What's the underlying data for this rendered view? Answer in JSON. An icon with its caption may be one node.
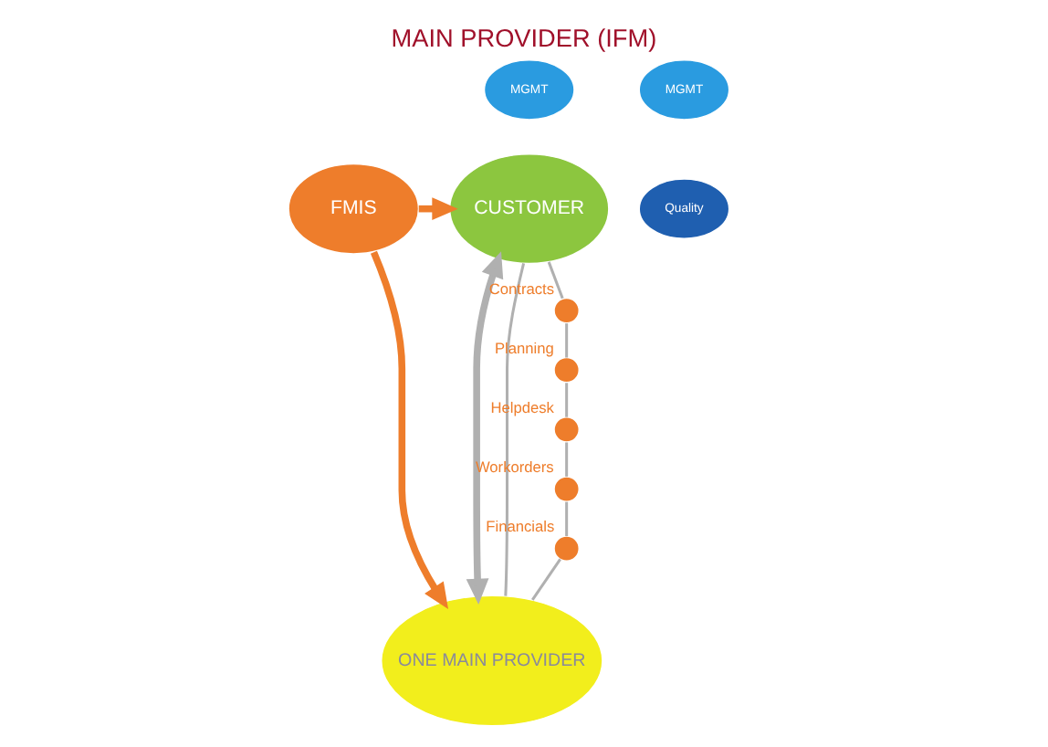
{
  "diagram": {
    "title": "MAIN PROVIDER (IFM)",
    "nodes": [
      {
        "text": [
          "MGMT"
        ]
      },
      {
        "text": [
          "CUSTOMER"
        ]
      },
      {
        "text": [
          "FMIS"
        ]
      },
      {
        "text": [
          "MGMT"
        ]
      },
      {
        "text": [
          "ONE MAIN PROVIDER"
        ]
      },
      {
        "text": [
          "Quality"
        ]
      },
      {
        "text": [],
        "shape": "circle",
        "beside": [
          "Contracts"
        ]
      },
      {
        "text": [],
        "shape": "circle",
        "beside": [
          "Planning"
        ]
      },
      {
        "text": [],
        "shape": "circle",
        "beside": [
          "Helpdesk"
        ]
      },
      {
        "text": [],
        "shape": "circle",
        "beside": [
          "Workorders"
        ]
      },
      {
        "text": [],
        "shape": "circle",
        "beside": [
          "Financials"
        ]
      }
    ],
    "edges": [
      {
        "from": 2,
        "to": 1,
        "arrow": "to",
        "color": "#ee7d2b",
        "style": "thick"
      },
      {
        "from": 2,
        "to": 4,
        "arrow": "to",
        "color": "#ee7d2b",
        "style": "thick"
      },
      {
        "from": 1,
        "to": 4,
        "arrow": "both",
        "style": "thick"
      },
      {
        "from": 1,
        "to": 4,
        "arrow": "none"
      },
      {
        "from": 1,
        "to": 6,
        "arrow": "none"
      },
      {
        "from": 6,
        "to": 7,
        "arrow": "none"
      },
      {
        "from": 7,
        "to": 8,
        "arrow": "none"
      },
      {
        "from": 8,
        "to": 9,
        "arrow": "none"
      },
      {
        "from": 9,
        "to": 10,
        "arrow": "none"
      },
      {
        "from": 10,
        "to": 4,
        "arrow": "none"
      }
    ]
  }
}
